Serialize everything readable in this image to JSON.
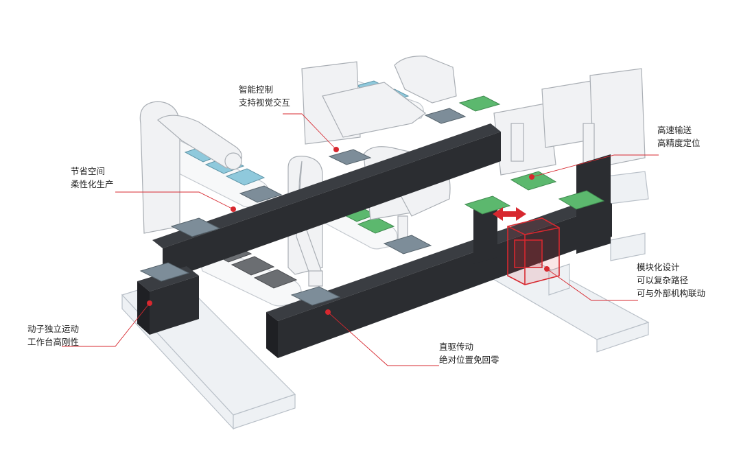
{
  "annotations": {
    "smart_control": [
      "智能控制",
      "支持视觉交互"
    ],
    "space_saving": [
      "节省空间",
      "柔性化生产"
    ],
    "high_speed": [
      "高速输送",
      "高精度定位"
    ],
    "modular": [
      "模块化设计",
      "可以复杂路径",
      "可与外部机构联动"
    ],
    "independent": [
      "动子独立运动",
      "工作台高刚性"
    ],
    "direct_drive": [
      "直驱传动",
      "绝对位置免回零"
    ]
  },
  "colors": {
    "accent": "#d7282f",
    "rail": "#2b2d31",
    "rail_top": "#3a3d42",
    "mover_plate": "#7d8d99",
    "green_board": "#5cb86e",
    "blue_board": "#8fc9dc",
    "gray_board": "#6b6e72",
    "frame": "#eef1f4",
    "frame_stroke": "#b9c0c8"
  }
}
